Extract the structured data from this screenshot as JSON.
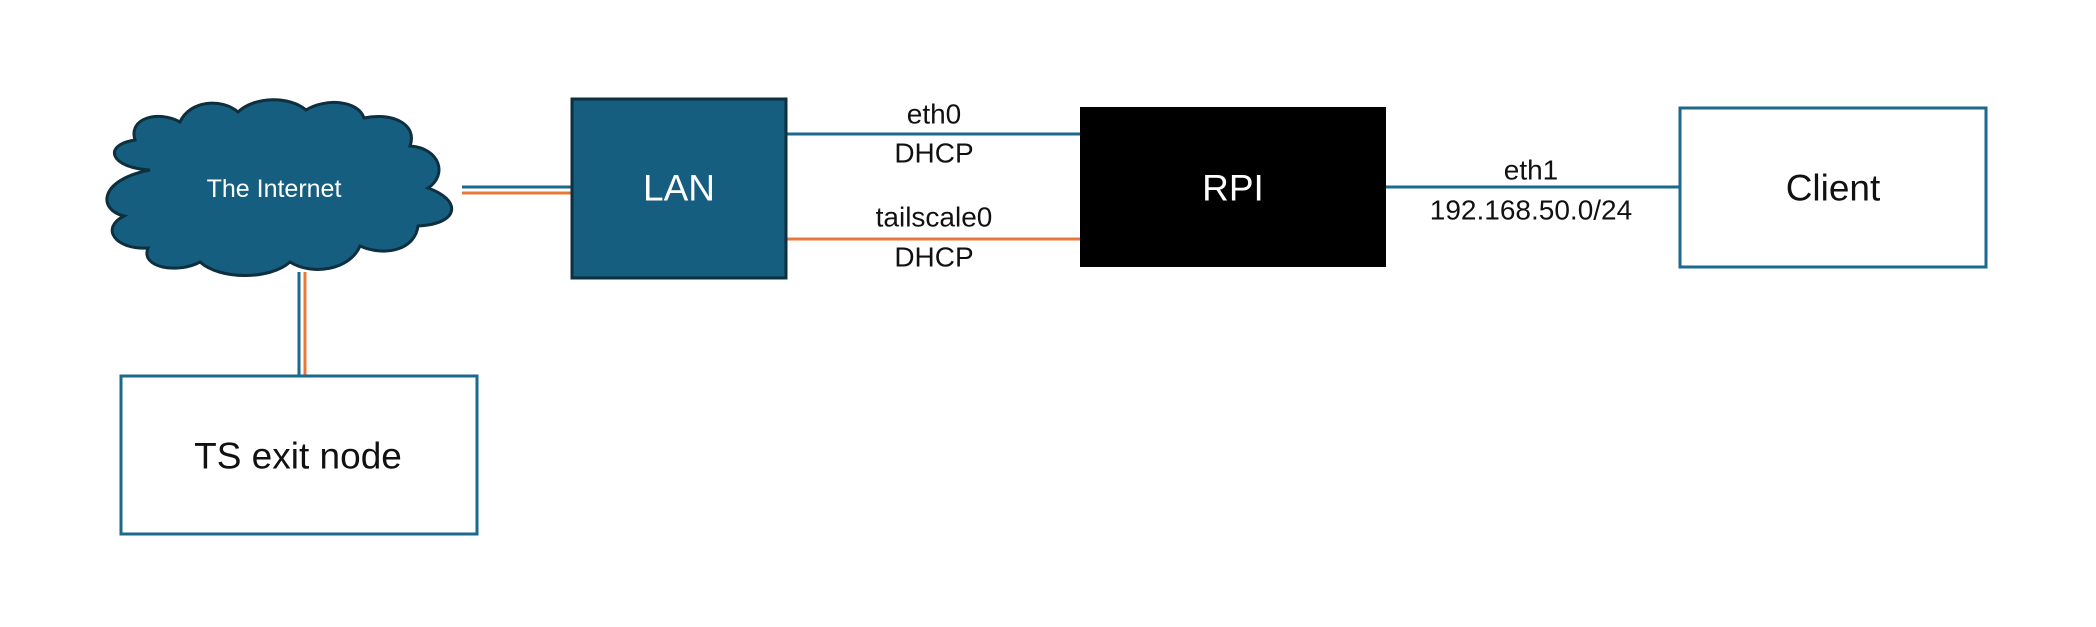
{
  "colors": {
    "blue_line": "#1B6A8E",
    "orange_line": "#E8773A",
    "lan_fill": "#155E80",
    "cloud_fill": "#155E80",
    "dark_stroke": "#0E2F3E",
    "rpi_fill": "#000000",
    "box_stroke": "#1B6A8E",
    "text_dark": "#111111",
    "text_light": "#ffffff"
  },
  "nodes": {
    "internet": {
      "label": "The Internet",
      "icon": "cloud-icon"
    },
    "lan": {
      "label": "LAN"
    },
    "rpi": {
      "label": "RPI"
    },
    "client": {
      "label": "Client"
    },
    "exit_node": {
      "label": "TS exit node"
    }
  },
  "links": {
    "eth0": {
      "name": "eth0",
      "mode": "DHCP"
    },
    "tailscale0": {
      "name": "tailscale0",
      "mode": "DHCP"
    },
    "eth1": {
      "name": "eth1",
      "subnet": "192.168.50.0/24"
    }
  }
}
